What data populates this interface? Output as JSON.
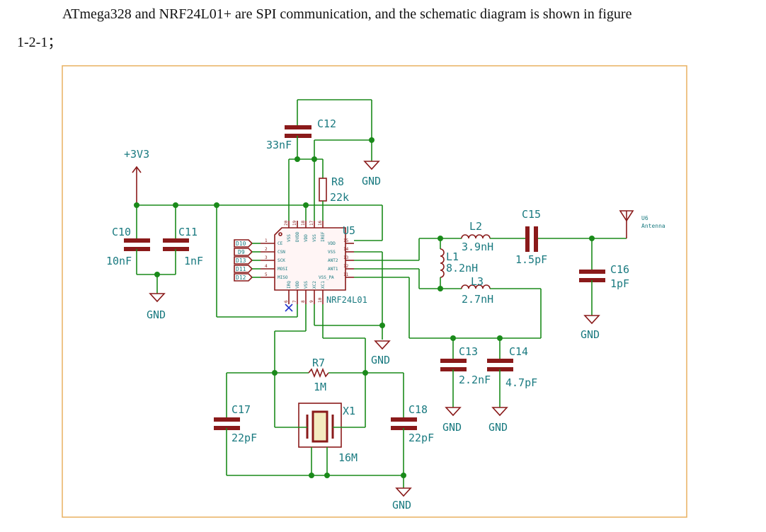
{
  "paragraph": {
    "line1": "ATmega328 and NRF24L01+ are SPI communication, and the schematic diagram is shown in figure",
    "line2": "1-2-1；"
  },
  "schematic": {
    "power": "+3V3",
    "gnd": "GND",
    "u5": {
      "ref": "U5",
      "value": "NRF24L01"
    },
    "u6": {
      "ref": "U6",
      "value": "Antenna"
    },
    "c10": {
      "ref": "C10",
      "value": "10nF"
    },
    "c11": {
      "ref": "C11",
      "value": "1nF"
    },
    "c12": {
      "ref": "C12",
      "value": "33nF"
    },
    "c13": {
      "ref": "C13",
      "value": "2.2nF"
    },
    "c14": {
      "ref": "C14",
      "value": "4.7pF"
    },
    "c15": {
      "ref": "C15",
      "value": "1.5pF"
    },
    "c16": {
      "ref": "C16",
      "value": "1pF"
    },
    "c17": {
      "ref": "C17",
      "value": "22pF"
    },
    "c18": {
      "ref": "C18",
      "value": "22pF"
    },
    "r7": {
      "ref": "R7",
      "value": "1M"
    },
    "r8": {
      "ref": "R8",
      "value": "22k"
    },
    "l1": {
      "ref": "L1",
      "value": "8.2nH"
    },
    "l2": {
      "ref": "L2",
      "value": "3.9nH"
    },
    "l3": {
      "ref": "L3",
      "value": "2.7nH"
    },
    "x1": {
      "ref": "X1",
      "value": "16M"
    },
    "nets": [
      "D10",
      "D9",
      "D13",
      "D11",
      "D12"
    ],
    "left_pins": [
      {
        "num": "1",
        "name": "CE"
      },
      {
        "num": "2",
        "name": "CSN"
      },
      {
        "num": "3",
        "name": "SCK"
      },
      {
        "num": "4",
        "name": "MOSI"
      },
      {
        "num": "5",
        "name": "MISO"
      }
    ],
    "right_pins": [
      {
        "num": "15",
        "name": "VDD"
      },
      {
        "num": "14",
        "name": "VSS"
      },
      {
        "num": "13",
        "name": "ANT2"
      },
      {
        "num": "12",
        "name": "ANT1"
      },
      {
        "num": "11",
        "name": "VSS_PA"
      }
    ],
    "top_pins": [
      {
        "num": "20",
        "name": "VSS"
      },
      {
        "num": "19",
        "name": "DVDD"
      },
      {
        "num": "18",
        "name": "VDD"
      },
      {
        "num": "17",
        "name": "VSS"
      },
      {
        "num": "16",
        "name": "IREF"
      }
    ],
    "bottom_pins": [
      {
        "num": "6",
        "name": "IRQ"
      },
      {
        "num": "7",
        "name": "VDD"
      },
      {
        "num": "8",
        "name": "VSS"
      },
      {
        "num": "9",
        "name": "XC2"
      },
      {
        "num": "10",
        "name": "XC1"
      }
    ]
  }
}
